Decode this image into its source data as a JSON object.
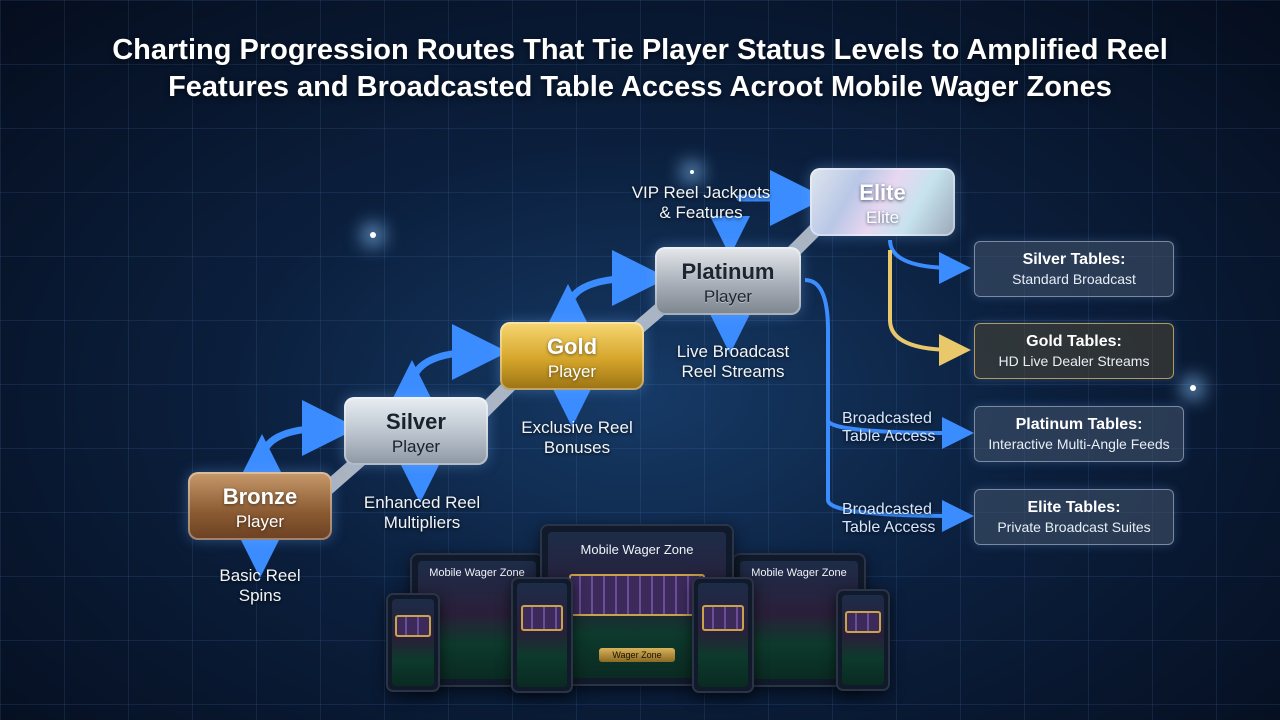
{
  "title_line1": "Charting Progression Routes That Tie Player Status Levels to Amplified Reel",
  "title_line2": "Features and Broadcasted Table Access Acroot Mobile Wager Zones",
  "tiers": [
    {
      "name": "Bronze",
      "sub": "Player",
      "feature_line1": "Basic Reel",
      "feature_line2": "Spins"
    },
    {
      "name": "Silver",
      "sub": "Player",
      "feature_line1": "Enhanced Reel",
      "feature_line2": "Multipliers"
    },
    {
      "name": "Gold",
      "sub": "Player",
      "feature_line1": "Exclusive Reel",
      "feature_line2": "Bonuses"
    },
    {
      "name": "Platinum",
      "sub": "Player",
      "feature_line1": "Live Broadcast",
      "feature_line2": "Reel Streams"
    },
    {
      "name": "Elite",
      "sub": "Elite",
      "feature_line1": "VIP Reel Jackpots",
      "feature_line2": "& Features"
    }
  ],
  "tables": [
    {
      "name": "Silver Tables:",
      "desc": "Standard Broadcast"
    },
    {
      "name": "Gold Tables:",
      "desc": "HD Live Dealer Streams"
    },
    {
      "name": "Platinum Tables:",
      "desc": "Interactive Multi-Angle Feeds"
    },
    {
      "name": "Elite Tables:",
      "desc": "Private Broadcast Suites"
    }
  ],
  "broadcast_label_line1": "Broadcasted",
  "broadcast_label_line2": "Table Access",
  "devices": {
    "zone_label": "Mobile Wager Zone",
    "phone_label_a": "Mobile Wager Zone",
    "button_label": "Wager Zone"
  },
  "colors": {
    "arrow": "#3b8cff",
    "gold_arrow": "#e8c86a",
    "bronze": "#9a6a40",
    "gold": "#d5a52a"
  }
}
